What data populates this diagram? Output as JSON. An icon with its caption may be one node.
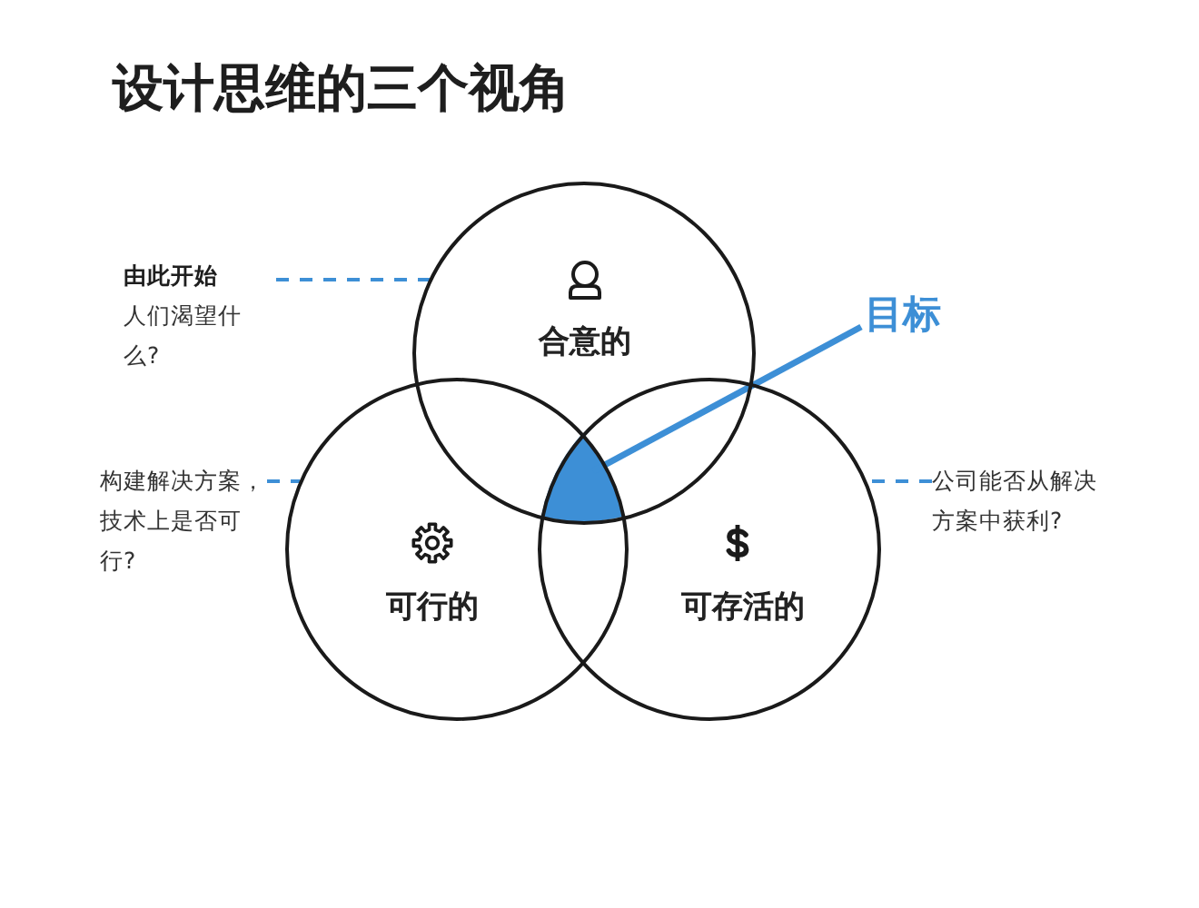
{
  "diagram": {
    "title": "设计思维的三个视角",
    "nodes": [
      {
        "text": [
          "合意的"
        ]
      },
      {
        "text": [
          "可行的"
        ]
      },
      {
        "text": [
          "可存活的"
        ]
      },
      {
        "text": [],
        "shape": "wedge"
      },
      {
        "text": [
          "目标"
        ]
      },
      {
        "text": [
          "由此开始",
          "人们渴望什么?"
        ]
      },
      {
        "text": [
          "构建解决方案，技术上是否可行?"
        ]
      },
      {
        "text": [
          "公司能否从解决方案中获利?"
        ]
      }
    ],
    "edges": [
      {
        "from": 4,
        "to": 3,
        "arrow": "none"
      },
      {
        "from": 5,
        "to": 0,
        "arrow": "none",
        "style": "dashed"
      },
      {
        "from": 6,
        "to": 1,
        "arrow": "none",
        "style": "dashed"
      },
      {
        "from": 7,
        "to": 2,
        "arrow": "none",
        "style": "dashed"
      }
    ]
  }
}
